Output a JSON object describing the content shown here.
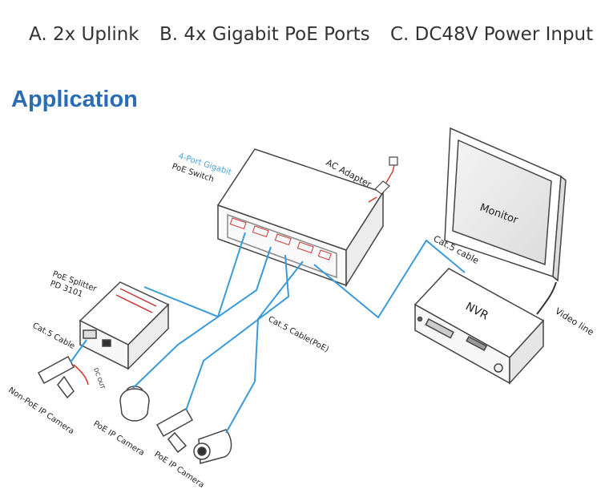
{
  "header": {
    "items": [
      "A. 2x Uplink",
      "B. 4x Gigabit PoE Ports",
      "C. DC48V Power Input"
    ]
  },
  "section_title": "Application",
  "labels": {
    "switch_line1": "4-Port Gigabit",
    "switch_line2": "PoE  Switch",
    "ac_adapter": "AC Adapter",
    "monitor": "Monitor",
    "nvr": "NVR",
    "cat5_nvr": "Cat.5 cable",
    "video_line": "Video line",
    "splitter_line1": "PoE Splitter",
    "splitter_line2": "PD 3101",
    "cat5_splitter": "Cat.5 Cable",
    "dc_out": "DC OUT",
    "cat5_poe": "Cat.5 Cable(PoE)",
    "cam_nonpoe": "Non-PoE IP Camera",
    "cam_poe1": "PoE IP Camera",
    "cam_poe2": "PoE IP Camera"
  },
  "colors": {
    "title_blue": "#2a6db5",
    "cable_blue": "#3a9ad9",
    "switch_label_blue": "#4aa3df",
    "power_red": "#d9342b",
    "outline": "#444444"
  }
}
